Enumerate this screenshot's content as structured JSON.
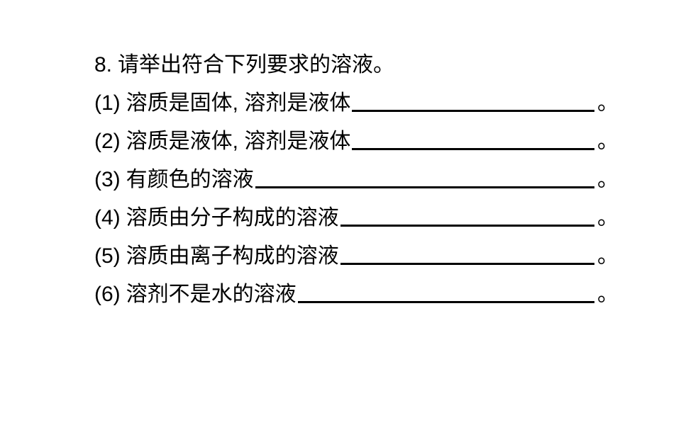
{
  "page": {
    "background_color": "#ffffff",
    "text_color": "#000000"
  },
  "question": {
    "number": "8.",
    "stem": "请举出符合下列要求的溶液。",
    "items": [
      {
        "label": "(1)",
        "text": "溶质是固体, 溶剂是液体",
        "period": "。"
      },
      {
        "label": "(2)",
        "text": "溶质是液体, 溶剂是液体",
        "period": "。"
      },
      {
        "label": "(3)",
        "text": "有颜色的溶液",
        "period": "。"
      },
      {
        "label": "(4)",
        "text": "溶质由分子构成的溶液",
        "period": "。"
      },
      {
        "label": "(5)",
        "text": "溶质由离子构成的溶液",
        "period": "。"
      },
      {
        "label": "(6)",
        "text": "溶剂不是水的溶液",
        "period": "。"
      }
    ]
  }
}
